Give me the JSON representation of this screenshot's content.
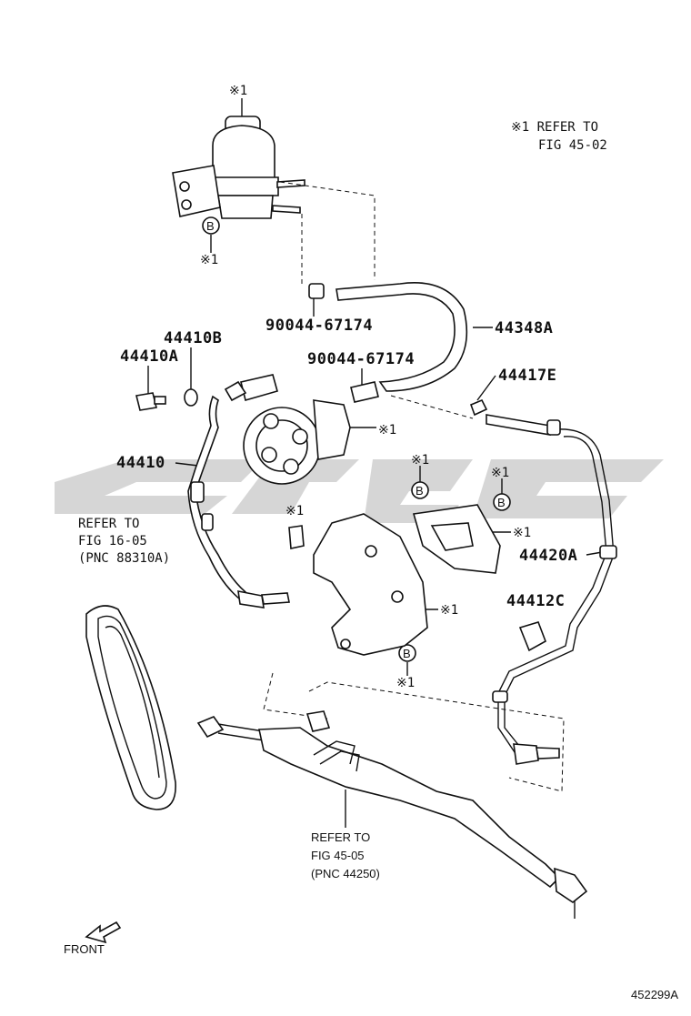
{
  "diagram": {
    "figure_number": "452299A",
    "watermark": "watermark-logo",
    "notes": {
      "refer_fig_45_02": [
        "※1 REFER TO",
        "FIG 45-02"
      ],
      "refer_fig_16_05": [
        "REFER TO",
        "FIG 16-05",
        "(PNC 88310A)"
      ],
      "refer_fig_45_05": [
        "REFER TO",
        "FIG 45-05",
        "(PNC 44250)"
      ],
      "front_label": "FRONT"
    },
    "part_labels": {
      "p44348A": "44348A",
      "p90044_top": "90044-67174",
      "p90044_mid": "90044-67174",
      "p44410B": "44410B",
      "p44410A": "44410A",
      "p44417E": "44417E",
      "p44410": "44410",
      "p44420A": "44420A",
      "p44412C": "44412C"
    },
    "markers": {
      "ref1": "※1",
      "circle_b": "B"
    }
  }
}
